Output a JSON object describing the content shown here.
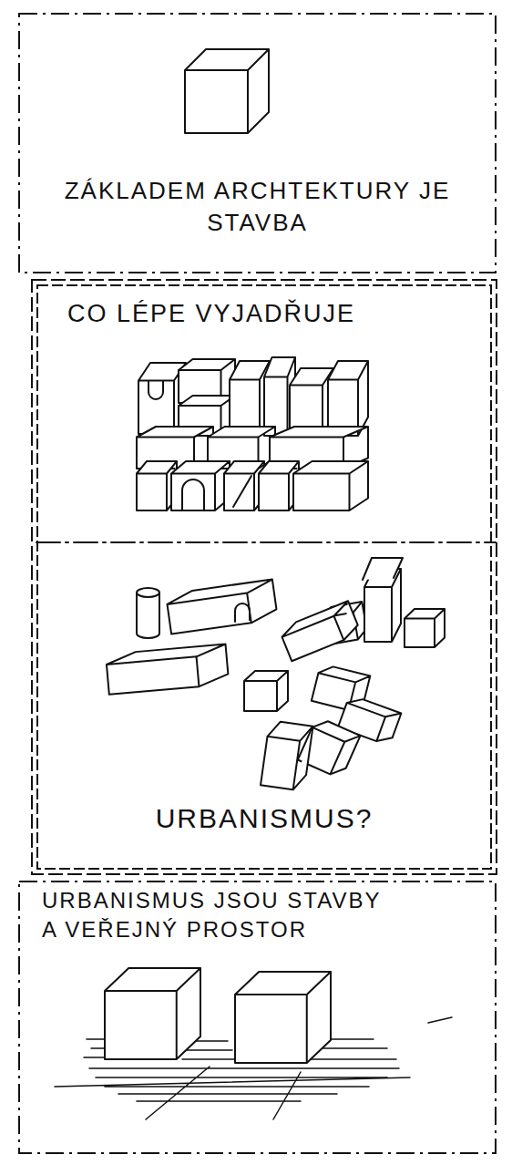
{
  "diagram": {
    "nodes": [
      {
        "text": [
          "ZÁKLADEM ARCHTEKTURY JE STAVBA"
        ]
      },
      {
        "text": [
          "CO LÉPE VYJADŘUJE",
          "URBANISMUS?"
        ]
      },
      {
        "text": [
          "URBANISMUS JSOU STAVBY A VEŘEJNÝ PROSTOR"
        ]
      }
    ]
  }
}
